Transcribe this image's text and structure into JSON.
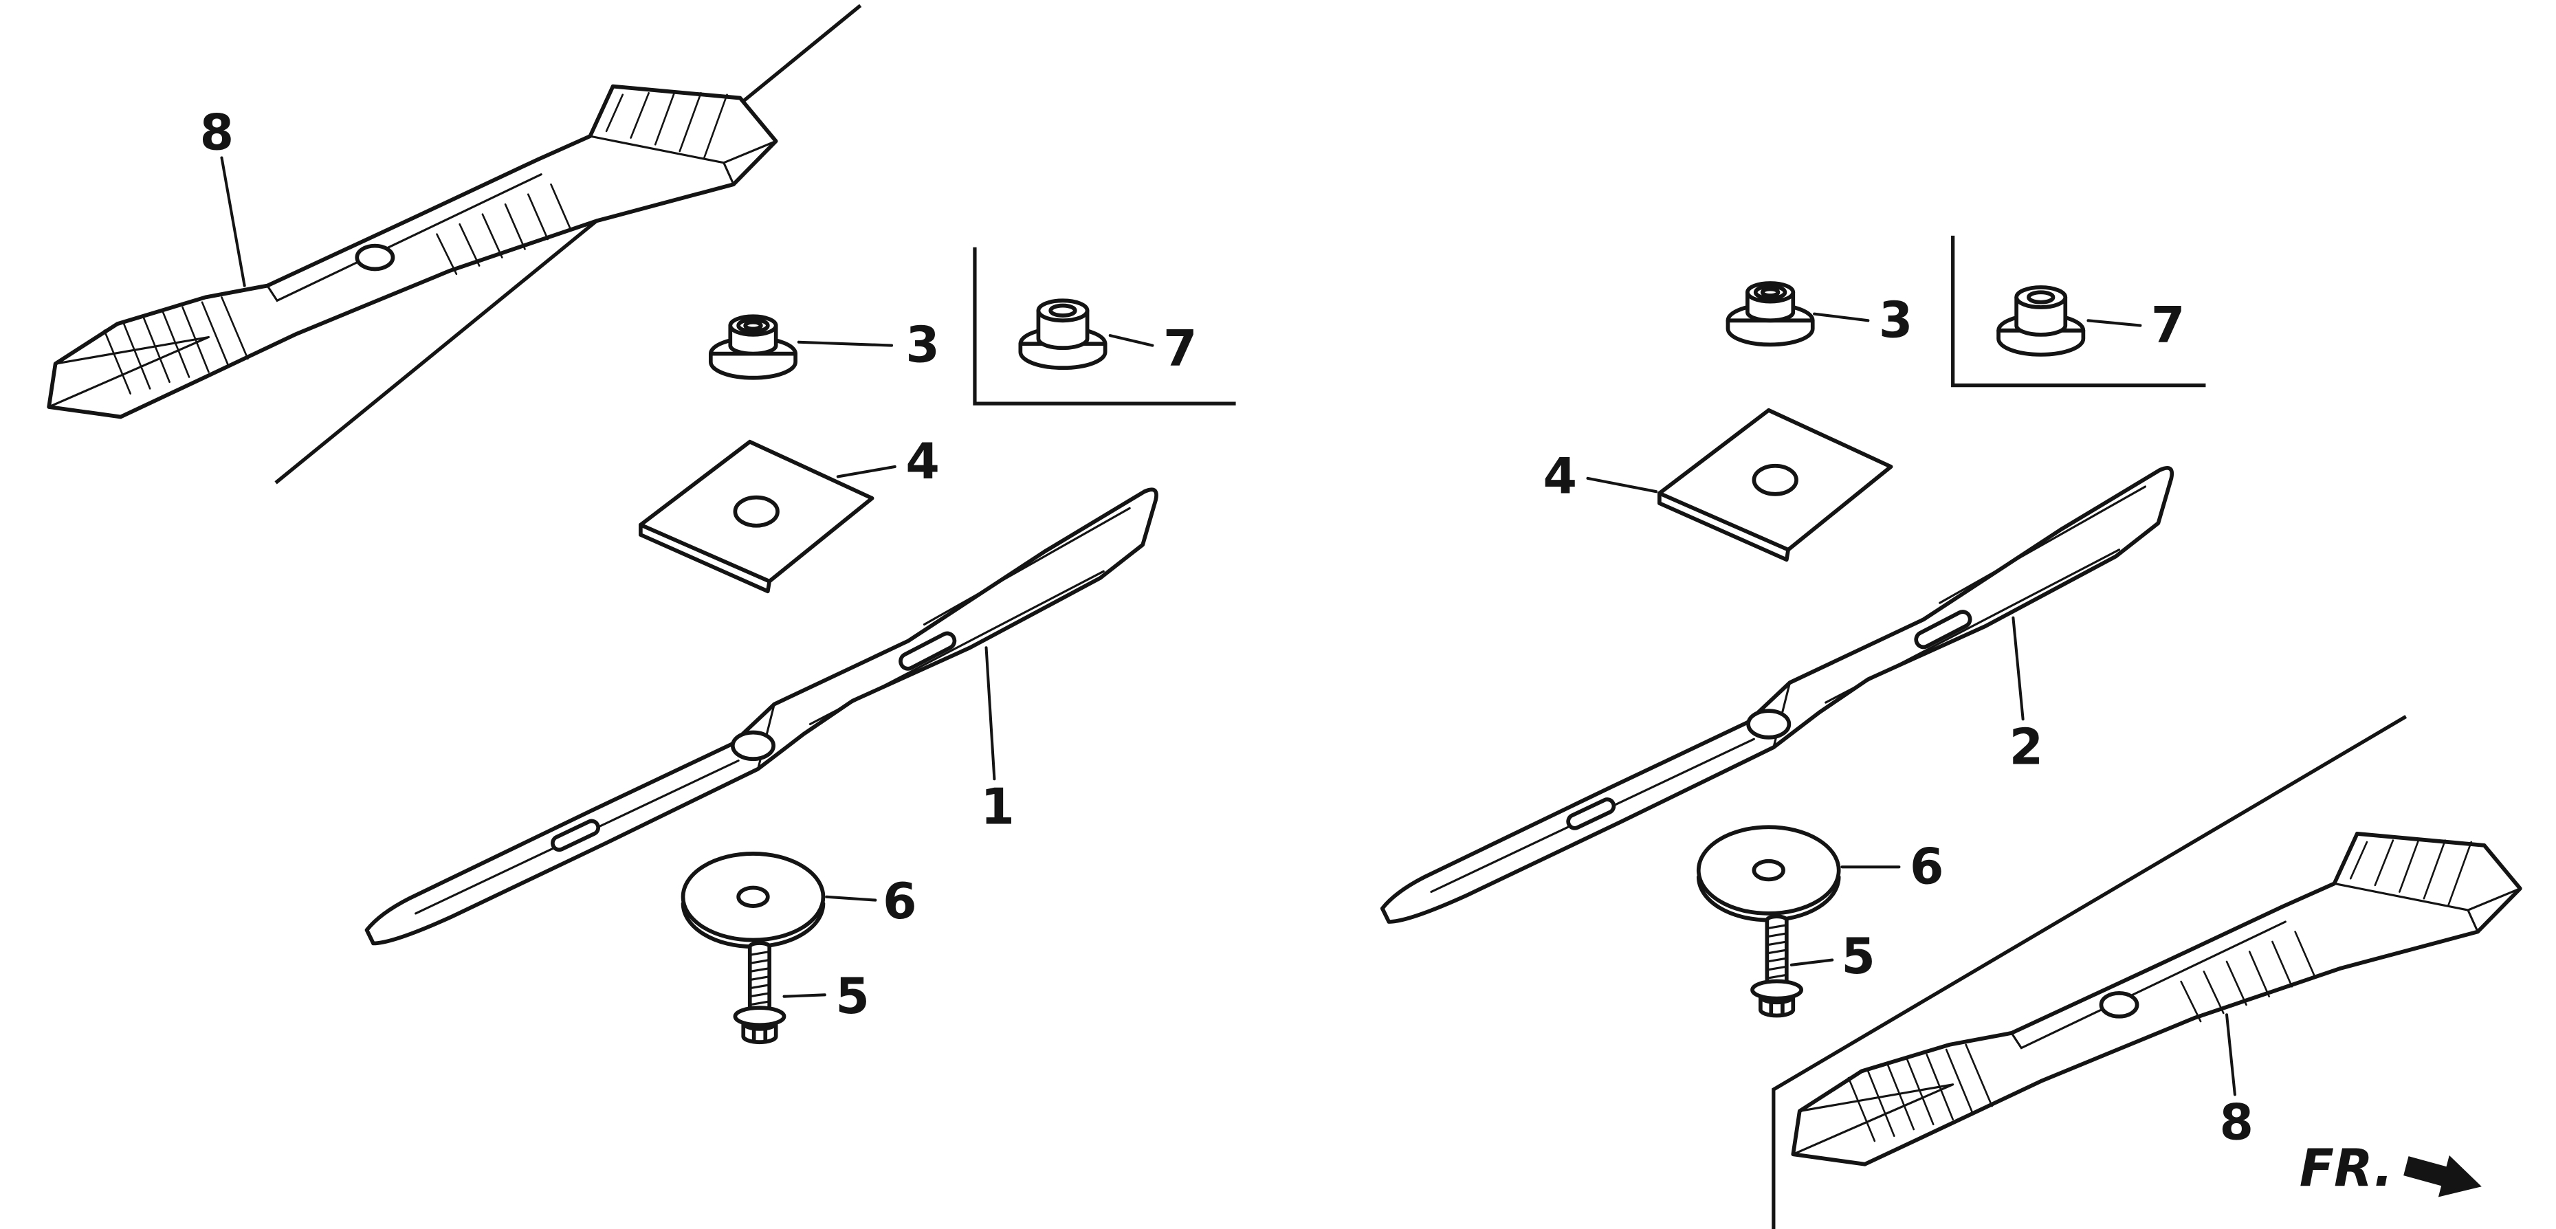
{
  "colors": {
    "ink": "#141414",
    "background": "#ffffff"
  },
  "diagram": {
    "type": "exploded-parts-diagram",
    "left_assembly": {
      "blade_upper_label": "8",
      "nut_label": "3",
      "collar_label": "7",
      "plate_label": "4",
      "blade_label": "1",
      "washer_label": "6",
      "bolt_label": "5"
    },
    "right_assembly": {
      "nut_label": "3",
      "collar_label": "7",
      "plate_label": "4",
      "blade_label": "2",
      "washer_label": "6",
      "bolt_label": "5",
      "blade_upper_label": "8"
    },
    "front_marker": "FR."
  }
}
